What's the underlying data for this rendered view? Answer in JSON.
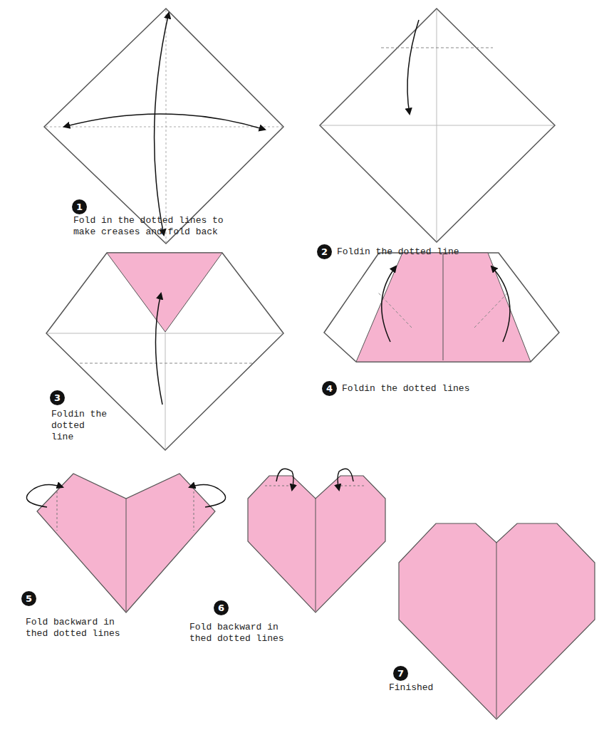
{
  "diagram": {
    "nodes": [
      {
        "text": [
          "1"
        ]
      },
      {
        "text": [
          "2"
        ]
      },
      {
        "text": [
          "3"
        ]
      },
      {
        "text": [
          "4"
        ]
      },
      {
        "text": [
          "5"
        ]
      },
      {
        "text": [
          "6"
        ]
      },
      {
        "text": [
          "7"
        ]
      }
    ],
    "labels": [
      "Fold in the dotted lines to make creases and fold back",
      "Foldin the dotted line",
      "Foldin the dotted line",
      "Foldin the dotted lines",
      "Fold backward in thed dotted lines",
      "Fold backward in thed dotted lines",
      "Finished"
    ]
  }
}
